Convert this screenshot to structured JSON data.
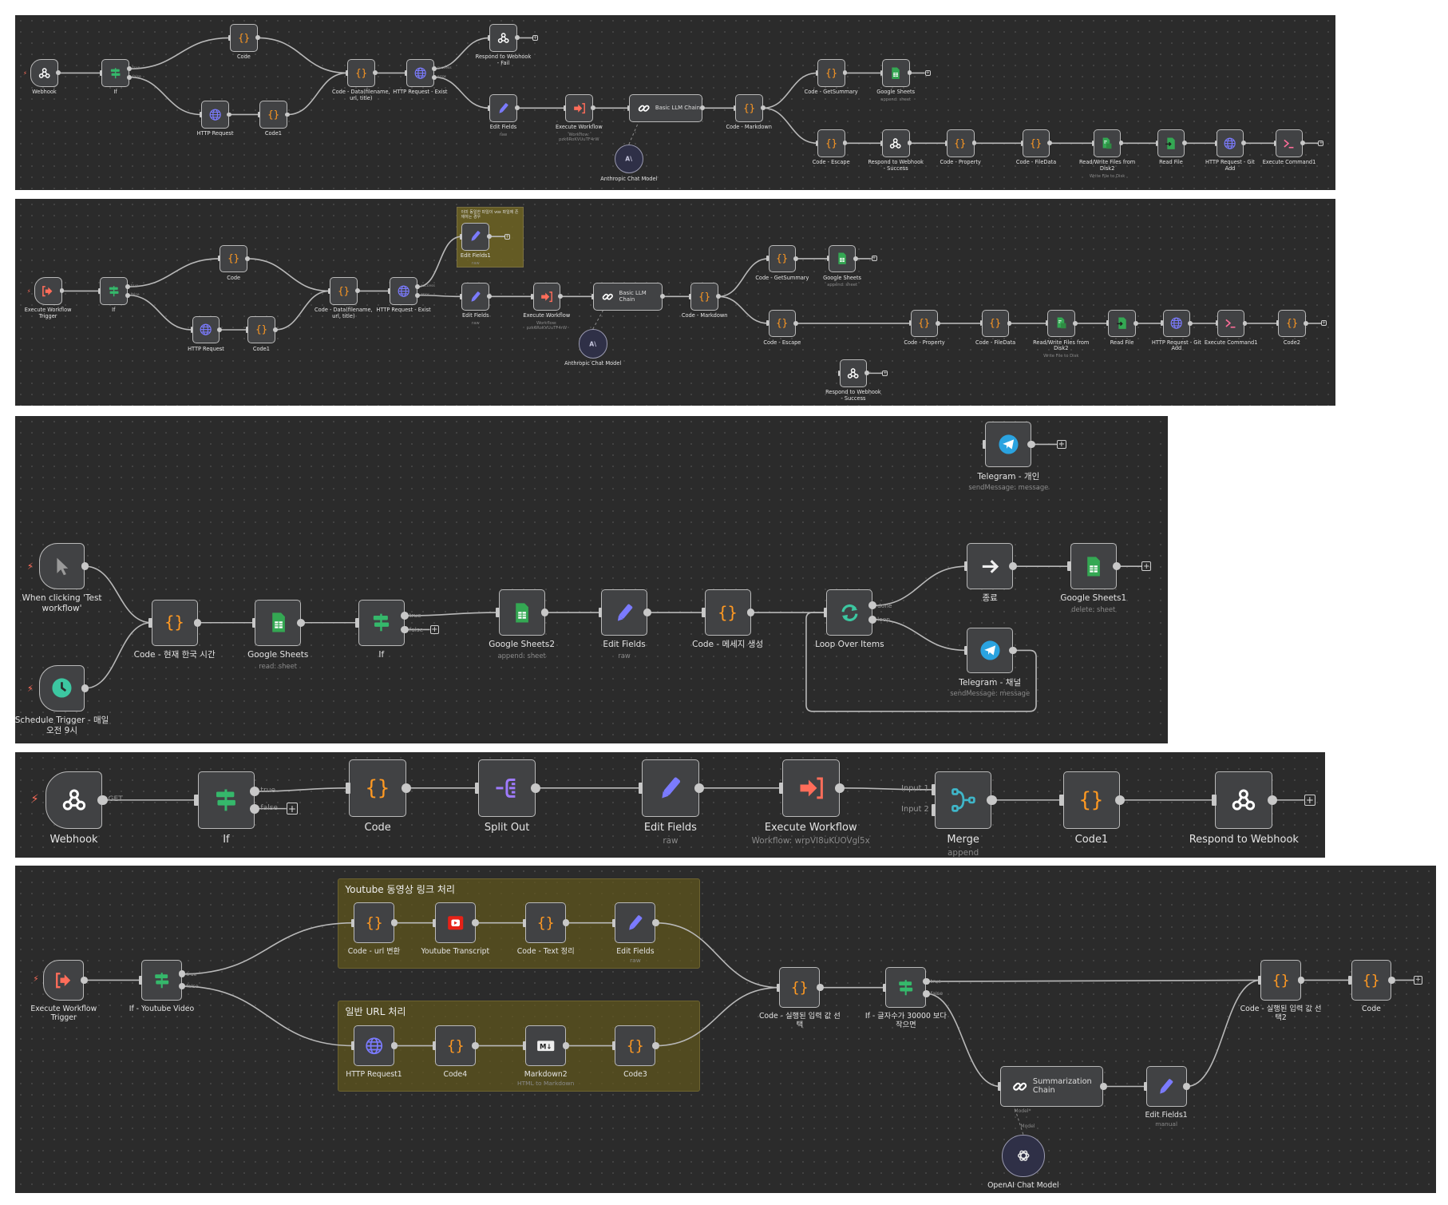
{
  "colors": {
    "canvas": "#2b2b2b",
    "node": "#414244",
    "code": "#ff9922",
    "if": "#35b86b",
    "http": "#7b7bff",
    "trigger": "#ff6d5a",
    "telegram": "#2aa3e0",
    "sheets": "#34a853"
  },
  "panels": [
    {
      "name": "workflow-1",
      "nodes": [
        {
          "label": "Webhook",
          "icon": "webhook",
          "trigger": true
        },
        {
          "label": "If",
          "icon": "if",
          "outputs": [
            "true",
            "false"
          ]
        },
        {
          "label": "Code",
          "icon": "code"
        },
        {
          "label": "HTTP Request",
          "icon": "http"
        },
        {
          "label": "Code1",
          "icon": "code"
        },
        {
          "label": "Code - Data(filename, url, title)",
          "icon": "code"
        },
        {
          "label": "HTTP Request - Exist",
          "icon": "http",
          "outputs": [
            "success",
            "error"
          ]
        },
        {
          "label": "Respond to Webhook - Fail",
          "icon": "webhook"
        },
        {
          "label": "Edit Fields",
          "icon": "edit",
          "sub": "raw"
        },
        {
          "label": "Execute Workflow",
          "icon": "exec",
          "sub": "Workflow: pzk6RoKVUuTF4rW"
        },
        {
          "label": "Basic LLM Chain",
          "icon": "chain"
        },
        {
          "label": "Anthropic Chat Model",
          "icon": "anthropic"
        },
        {
          "label": "Code - Markdown",
          "icon": "code"
        },
        {
          "label": "Code - GetSummary",
          "icon": "code"
        },
        {
          "label": "Google Sheets",
          "icon": "sheets",
          "sub": "append: sheet"
        },
        {
          "label": "Code - Escape",
          "icon": "code"
        },
        {
          "label": "Respond to Webhook - Success",
          "icon": "webhook"
        },
        {
          "label": "Code - Property",
          "icon": "code"
        },
        {
          "label": "Code - FileData",
          "icon": "code"
        },
        {
          "label": "Read/Write Files from Disk2",
          "icon": "files",
          "sub": "Write File to Disk"
        },
        {
          "label": "Read File",
          "icon": "readfile"
        },
        {
          "label": "HTTP Request - Git Add",
          "icon": "http"
        },
        {
          "label": "Execute Command1",
          "icon": "terminal"
        }
      ]
    },
    {
      "name": "workflow-2",
      "sticky": "이미 동일한 파일이 vox 파일에 존재하는 경우",
      "nodes": [
        {
          "label": "Execute Workflow Trigger",
          "icon": "exectrigger",
          "trigger": true
        },
        {
          "label": "If",
          "icon": "if",
          "outputs": [
            "true",
            "false"
          ]
        },
        {
          "label": "Code",
          "icon": "code"
        },
        {
          "label": "HTTP Request",
          "icon": "http"
        },
        {
          "label": "Code1",
          "icon": "code"
        },
        {
          "label": "Code - Data(filename, url, title)",
          "icon": "code"
        },
        {
          "label": "HTTP Request - Exist",
          "icon": "http",
          "outputs": [
            "success",
            "error"
          ]
        },
        {
          "label": "Edit Fields1",
          "icon": "edit",
          "sub": "raw"
        },
        {
          "label": "Edit Fields",
          "icon": "edit",
          "sub": "raw"
        },
        {
          "label": "Execute Workflow",
          "icon": "exec",
          "sub": "Workflow: pzk6RoKVUuTF4rW"
        },
        {
          "label": "Basic LLM Chain",
          "icon": "chain"
        },
        {
          "label": "Anthropic Chat Model",
          "icon": "anthropic"
        },
        {
          "label": "Code - Markdown",
          "icon": "code"
        },
        {
          "label": "Code - GetSummary",
          "icon": "code"
        },
        {
          "label": "Google Sheets",
          "icon": "sheets",
          "sub": "append: sheet"
        },
        {
          "label": "Code - Escape",
          "icon": "code"
        },
        {
          "label": "Code - Property",
          "icon": "code"
        },
        {
          "label": "Code - FileData",
          "icon": "code"
        },
        {
          "label": "Read/Write Files from Disk2",
          "icon": "files",
          "sub": "Write File to Disk"
        },
        {
          "label": "Read File",
          "icon": "readfile"
        },
        {
          "label": "HTTP Request - Git Add",
          "icon": "http"
        },
        {
          "label": "Execute Command1",
          "icon": "terminal"
        },
        {
          "label": "Code2",
          "icon": "code"
        },
        {
          "label": "Respond to Webhook - Success",
          "icon": "webhook"
        }
      ]
    },
    {
      "name": "workflow-3",
      "nodes": [
        {
          "label": "When clicking 'Test workflow'",
          "icon": "cursor",
          "trigger": true
        },
        {
          "label": "Schedule Trigger - 매일 오전 9시",
          "icon": "clock",
          "trigger": true
        },
        {
          "label": "Code - 현재 한국 시간",
          "icon": "code"
        },
        {
          "label": "Google Sheets",
          "icon": "sheets",
          "sub": "read: sheet"
        },
        {
          "label": "If",
          "icon": "if",
          "outputs": [
            "true",
            "false"
          ]
        },
        {
          "label": "Google Sheets2",
          "icon": "sheets",
          "sub": "append: sheet"
        },
        {
          "label": "Edit Fields",
          "icon": "edit",
          "sub": "raw"
        },
        {
          "label": "Code - 메세지 생성",
          "icon": "code"
        },
        {
          "label": "Loop Over Items",
          "icon": "loop",
          "outputs": [
            "done",
            "loop"
          ]
        },
        {
          "label": "종료",
          "icon": "arrow"
        },
        {
          "label": "Google Sheets1",
          "icon": "sheets",
          "sub": "delete: sheet"
        },
        {
          "label": "Telegram - 채널",
          "icon": "telegram",
          "sub": "sendMessage: message"
        },
        {
          "label": "Telegram - 개인",
          "icon": "telegram",
          "sub": "sendMessage: message"
        }
      ]
    },
    {
      "name": "workflow-4",
      "nodes": [
        {
          "label": "Webhook",
          "icon": "webhook",
          "trigger": true,
          "outputs": [
            "GET"
          ]
        },
        {
          "label": "If",
          "icon": "if",
          "outputs": [
            "true",
            "false"
          ]
        },
        {
          "label": "Code",
          "icon": "code"
        },
        {
          "label": "Split Out",
          "icon": "split"
        },
        {
          "label": "Edit Fields",
          "icon": "edit",
          "sub": "raw"
        },
        {
          "label": "Execute Workflow",
          "icon": "exec",
          "sub": "Workflow: wrpVI8uKUOVgl5x"
        },
        {
          "label": "Merge",
          "icon": "merge",
          "sub": "append",
          "inputs": [
            "Input 1",
            "Input 2"
          ]
        },
        {
          "label": "Code1",
          "icon": "code"
        },
        {
          "label": "Respond to Webhook",
          "icon": "webhook"
        }
      ]
    },
    {
      "name": "workflow-5",
      "groups": [
        "Youtube 동영상 링크 처리",
        "일반 URL 처리"
      ],
      "model_labels": [
        "Model*",
        "Model"
      ],
      "nodes": [
        {
          "label": "Execute Workflow Trigger",
          "icon": "exectrigger",
          "trigger": true
        },
        {
          "label": "If - Youtube Video",
          "icon": "if",
          "outputs": [
            "true",
            "false"
          ]
        },
        {
          "label": "Code - url 변환",
          "icon": "code"
        },
        {
          "label": "Youtube Transcript",
          "icon": "youtube"
        },
        {
          "label": "Code - Text 정리",
          "icon": "code"
        },
        {
          "label": "Edit Fields",
          "icon": "edit",
          "sub": "raw"
        },
        {
          "label": "HTTP Request1",
          "icon": "http"
        },
        {
          "label": "Code4",
          "icon": "code"
        },
        {
          "label": "Markdown2",
          "icon": "markdown",
          "sub": "HTML to Markdown"
        },
        {
          "label": "Code3",
          "icon": "code"
        },
        {
          "label": "Code - 실행된 입력 값 선택",
          "icon": "code"
        },
        {
          "label": "If - 글자수가 30000 보다 작으면",
          "icon": "if",
          "outputs": [
            "true",
            "false"
          ]
        },
        {
          "label": "Code - 실행된 입력 값 선택2",
          "icon": "code"
        },
        {
          "label": "Code",
          "icon": "code"
        },
        {
          "label": "Summarization Chain",
          "icon": "chain"
        },
        {
          "label": "Edit Fields1",
          "icon": "edit",
          "sub": "manual"
        },
        {
          "label": "OpenAI Chat Model",
          "icon": "openai"
        }
      ]
    }
  ]
}
